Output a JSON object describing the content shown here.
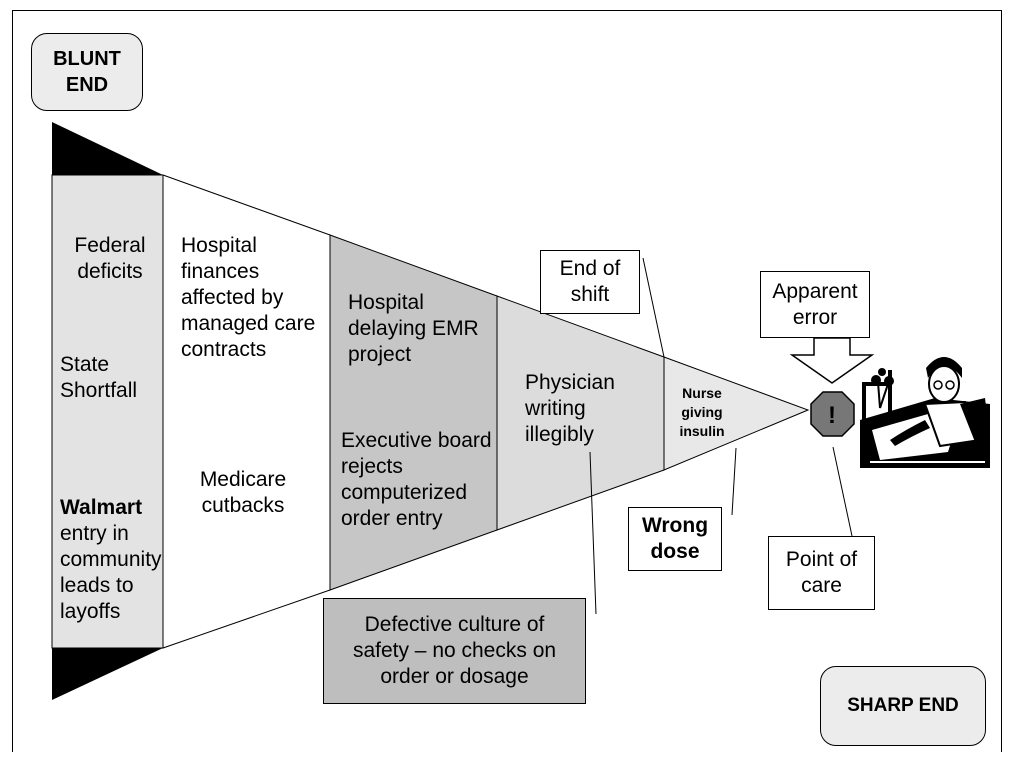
{
  "labels": {
    "blunt_end": "BLUNT END",
    "sharp_end": "SHARP END"
  },
  "zones": {
    "national": {
      "federal": "Federal deficits",
      "state": "State Shortfall",
      "walmart_bold": "Walmart",
      "walmart_rest": "entry in community leads to layoffs"
    },
    "finance": {
      "hospital": "Hospital finances affected by managed care contracts",
      "medicare": "Medicare cutbacks"
    },
    "administration": {
      "emr": "Hospital delaying EMR project",
      "board": "Executive board rejects computerized order entry"
    },
    "physician": {
      "writing": "Physician writing illegibly"
    },
    "nurse": {
      "text": "Nurse giving insulin"
    }
  },
  "callouts": {
    "end_of_shift": "End of shift",
    "apparent_error": "Apparent error",
    "wrong_dose": "Wrong dose",
    "defective_culture": "Defective culture of safety – no checks on order or dosage",
    "point_of_care": "Point of care"
  },
  "symbols": {
    "exclamation": "!"
  },
  "colors": {
    "zone_national": "#e3e3e3",
    "zone_finance": "#ffffff",
    "zone_admin": "#c6c6c6",
    "zone_physician": "#dcdcdc",
    "zone_nurse": "#e8e8e8",
    "defective_box": "#bebebe",
    "octagon": "#777777",
    "wedge": "#000000"
  },
  "icons": {
    "patient": "patient-in-bed-icon",
    "stop": "octagon-exclamation-icon"
  }
}
